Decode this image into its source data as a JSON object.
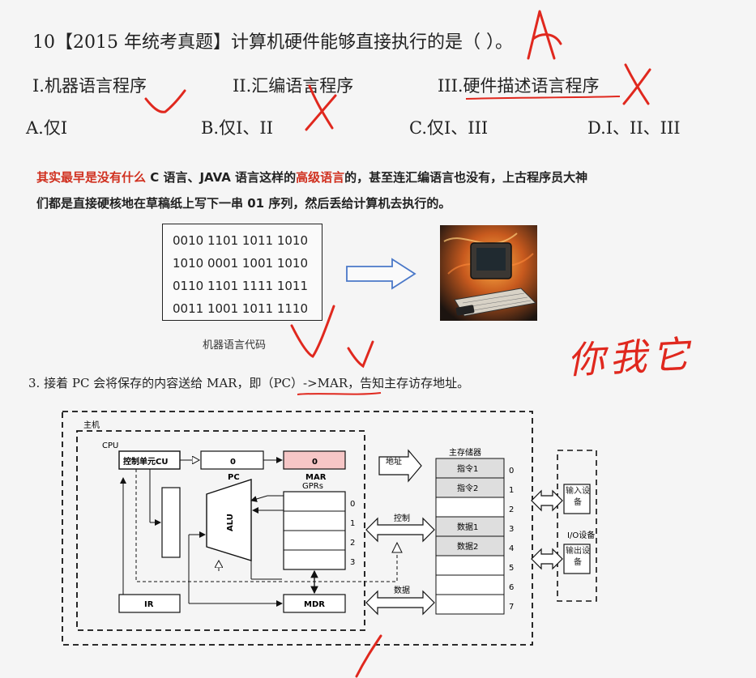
{
  "question": {
    "title": "10【2015 年统考真题】计算机硬件能够直接执行的是（   ）。",
    "answer_mark": "A",
    "items": [
      "I.机器语言程序",
      "II.汇编语言程序",
      "III.硬件描述语言程序"
    ],
    "options": [
      "A.仅I",
      "B.仅I、II",
      "C.仅I、III",
      "D.I、II、III"
    ]
  },
  "note": {
    "red_prefix": "其实最早是没有什么",
    "part1": " C 语言、JAVA 语言这样的",
    "red_mid": "高级语言",
    "part2": "的，甚至连汇编语言也没有，上古程序员大神",
    "line2": "们都是直接硬核地在草稿纸上写下一串 01 序列，然后丢给计算机去执行的。"
  },
  "machine_code": {
    "lines": [
      "0010 1101 1011 1010",
      "1010 0001 1001 1010",
      "0110 1101 1111 1011",
      "0011 1001 1011 1110"
    ],
    "caption": "机器语言代码"
  },
  "handwriting": "你我它",
  "step": {
    "text": "3. 接着 PC 会将保存的内容送给 MAR，即（PC）->MAR，告知主存访存地址。"
  },
  "diagram": {
    "host": "主机",
    "cpu": "CPU",
    "cu": "控制单元CU",
    "pc_value": "0",
    "pc_label": "PC",
    "mar_value": "0",
    "mar_label": "MAR",
    "gprs": "GPRs",
    "gpr_indices": [
      "0",
      "1",
      "2",
      "3"
    ],
    "alu": "ALU",
    "ir": "IR",
    "mdr": "MDR",
    "bus_address": "地址",
    "bus_control": "控制",
    "bus_data": "数据",
    "memory_title": "主存储器",
    "memory_cells": [
      "指令1",
      "指令2",
      "",
      "数据1",
      "数据2",
      "",
      "",
      ""
    ],
    "memory_indices": [
      "0",
      "1",
      "2",
      "3",
      "4",
      "5",
      "6",
      "7"
    ],
    "io_title": "I/O设备",
    "input_device": "输入设备",
    "output_device": "输出设备"
  },
  "colors": {
    "ink_red": "#e0281e",
    "note_red": "#d0301f",
    "mar_fill": "#f6c6c6",
    "memory_fill": "#dedede",
    "arrow_blue": "#4a78c8"
  }
}
